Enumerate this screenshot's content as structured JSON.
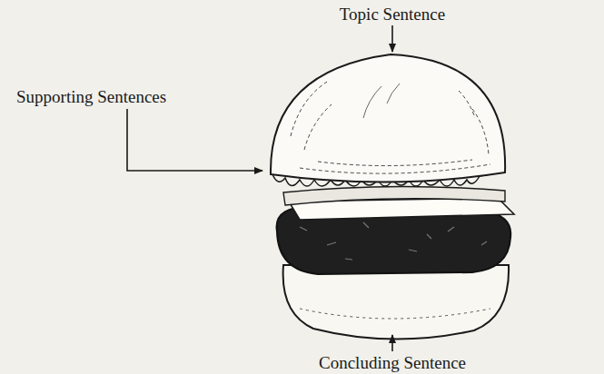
{
  "diagram": {
    "labels": [
      "Topic Sentence",
      "Supporting Sentences",
      "Concluding Sentence"
    ]
  }
}
